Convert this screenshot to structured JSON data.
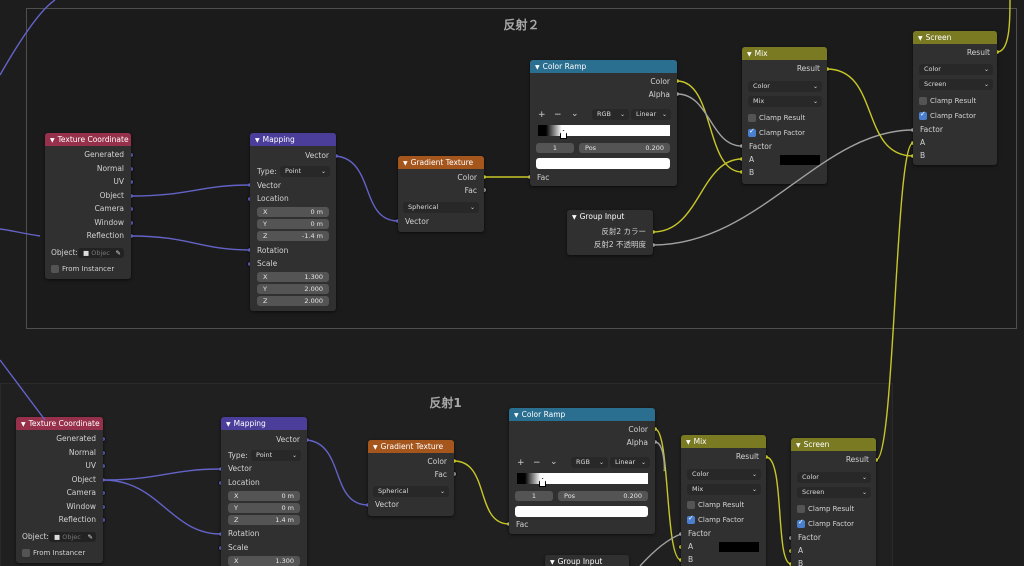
{
  "frames": {
    "top": "反射２",
    "bottom": "反射1"
  },
  "texture_coordinate": {
    "title": "Texture Coordinate",
    "outputs": [
      "Generated",
      "Normal",
      "UV",
      "Object",
      "Camera",
      "Window",
      "Reflection"
    ],
    "object_label": "Object:",
    "object_placeholder": "Objec",
    "from_instancer": "From Instancer"
  },
  "mapping": {
    "title": "Mapping",
    "out_vector": "Vector",
    "type_label": "Type:",
    "type_value": "Point",
    "in_vector": "Vector",
    "location": "Location",
    "rotation": "Rotation",
    "scale": "Scale",
    "axes": [
      "X",
      "Y",
      "Z"
    ]
  },
  "mapping_top": {
    "location": [
      "0 m",
      "0 m",
      "-1.4 m"
    ],
    "scale": [
      "1.300",
      "2.000",
      "2.000"
    ]
  },
  "mapping_bottom": {
    "location": [
      "0 m",
      "0 m",
      "1.4 m"
    ],
    "scale_x": "1.300"
  },
  "gradient": {
    "title": "Gradient Texture",
    "color": "Color",
    "fac": "Fac",
    "type": "Spherical",
    "vector": "Vector"
  },
  "color_ramp": {
    "title": "Color Ramp",
    "color": "Color",
    "alpha": "Alpha",
    "plus": "+",
    "minus": "−",
    "chev": "⌄",
    "mode": "RGB",
    "interp": "Linear",
    "index": "1",
    "pos_label": "Pos",
    "pos_value": "0.200",
    "fac": "Fac"
  },
  "mix": {
    "title": "Mix",
    "result": "Result",
    "type": "Color",
    "blend": "Mix",
    "clamp_result": "Clamp Result",
    "clamp_factor": "Clamp Factor",
    "factor": "Factor",
    "a": "A",
    "b": "B"
  },
  "screen": {
    "title": "Screen",
    "result": "Result",
    "type": "Color",
    "blend": "Screen",
    "clamp_result": "Clamp Result",
    "clamp_factor": "Clamp Factor",
    "factor": "Factor",
    "a": "A",
    "b": "B"
  },
  "group_input": {
    "title": "Group Input",
    "out1": "反射2 カラー",
    "out2": "反射2 不透明度"
  },
  "group_input_bottom": {
    "title": "Group Input"
  },
  "colors": {
    "vector": "#6363c7",
    "color": "#c7c729",
    "float": "#a1a1a1",
    "frame_border": "#4f4f4f"
  },
  "icons": [
    "chevron-down-icon",
    "checkbox-icon",
    "eyedropper-icon",
    "object-icon",
    "plus-icon",
    "minus-icon"
  ]
}
